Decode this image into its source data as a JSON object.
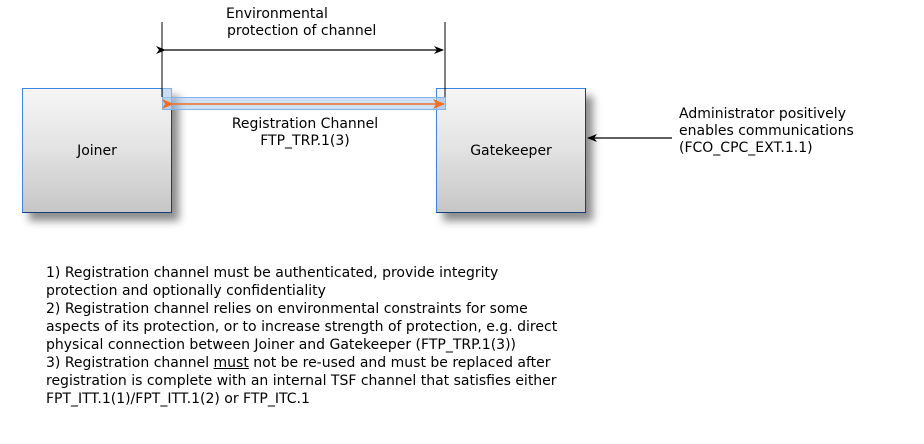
{
  "diagram": {
    "nodes": {
      "joiner": {
        "label": "Joiner"
      },
      "gatekeeper": {
        "label": "Gatekeeper"
      }
    },
    "environment_protection": {
      "label_line1": "Environmental",
      "label_line2": "protection of channel"
    },
    "registration_channel": {
      "label_line1": "Registration Channel",
      "label_line2": "FTP_TRP.1(3)",
      "arrow_color": "#f07020",
      "band_color": "#aac8f0"
    },
    "administrator": {
      "label_line1": "Administrator positively",
      "label_line2": "enables communications",
      "label_line3": "(FCO_CPC_EXT.1.1)"
    },
    "colors": {
      "node_border": "#3a86e0",
      "line": "#000000"
    }
  },
  "notes": {
    "n1_line1": "1) Registration channel must be authenticated, provide integrity",
    "n1_line2": "protection and optionally confidentiality",
    "n2_line1": "2) Registration channel relies on environmental constraints for some",
    "n2_line2": "aspects of its protection, or to increase strength of protection, e.g. direct",
    "n2_line3": "physical connection between Joiner and Gatekeeper (FTP_TRP.1(3))",
    "n3_line1_pre": "3) Registration channel ",
    "n3_line1_emph": "must",
    "n3_line1_post": " not be re-used and must be replaced after",
    "n3_line2": "registration is complete with an internal TSF channel that satisfies either",
    "n3_line3": "FPT_ITT.1(1)/FPT_ITT.1(2) or FTP_ITC.1"
  }
}
